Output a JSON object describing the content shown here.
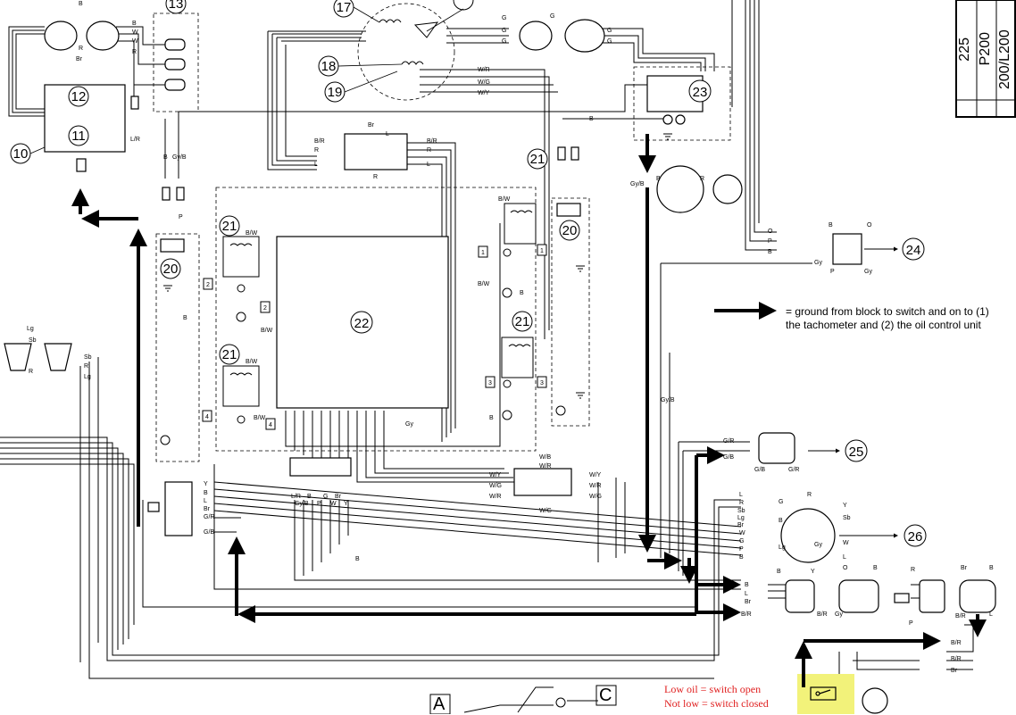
{
  "legend": {
    "text": "= ground from block to switch and on to (1) the tachometer and (2) the oil control unit"
  },
  "annotation": {
    "line1": "Low oil = switch open",
    "line2": "Not low = switch closed",
    "color": "#e02020"
  },
  "highlight_color": "#f2f27a",
  "model_table": {
    "col1": "200/L200",
    "col2": "P200",
    "col3": "225"
  },
  "bottom_labels": {
    "a": "A",
    "c": "C"
  },
  "callouts": {
    "n10": "10",
    "n11": "11",
    "n12": "12",
    "n13": "13",
    "n17": "17",
    "n18": "18",
    "n19": "19",
    "n20a": "20",
    "n20b": "20",
    "n21a": "21",
    "n21b": "21",
    "n21c": "21",
    "n21d": "21",
    "n22": "22",
    "n23": "23",
    "n24": "24",
    "n25": "25",
    "n26": "26"
  },
  "wire_labels": {
    "w_b1": "B",
    "w_w1": "W",
    "w_r1": "R",
    "w_br1": "Br",
    "w_r2": "R",
    "w_w2": "W",
    "w_b2": "B",
    "w_lr": "L/R",
    "w_b3": "B",
    "w_gyb1": "Gy/B",
    "w_p1": "P",
    "w_g1": "G",
    "w_g2": "G",
    "w_g3": "G",
    "w_g4": "G",
    "w_g5": "G",
    "w_g6": "G",
    "w_wr": "W/R",
    "w_wg": "W/G",
    "w_wy": "W/Y",
    "w_br_a": "B/R",
    "w_r_a": "R",
    "w_l_a": "L",
    "w_br_b": "Br",
    "w_l_b": "L",
    "w_r_b": "R",
    "w_br_c": "B/R",
    "w_r_c": "R",
    "w_l_c": "L",
    "w_bw1": "B/W",
    "w_bw2": "B/W",
    "w_bw3": "B/W",
    "w_bw4": "B/W",
    "w_bw5": "B/W",
    "w_bw6": "B/W",
    "w_b4": "B",
    "w_b5": "B",
    "w_b6": "B",
    "w_b7": "B",
    "w_gy1": "Gy",
    "w_gyb2": "Gy/B",
    "w_gyb3": "Gy/B",
    "w_r3": "R",
    "w_b8": "B",
    "w_o1": "O",
    "w_p2": "P",
    "w_b9": "B",
    "w_b10": "B",
    "w_o2": "O",
    "w_gy2": "Gy",
    "w_p3": "P",
    "w_gy3": "Gy",
    "w_lg": "Lg",
    "w_sb": "Sb",
    "w_r4": "R",
    "w_sb2": "Sb",
    "w_r5": "R",
    "w_lg2": "Lg",
    "w_gr1": "G/R",
    "w_gb1": "G/B",
    "w_gb2": "G/B",
    "w_gr2": "G/R",
    "w_wy2": "W/Y",
    "w_wg2": "W/G",
    "w_wr2": "W/R",
    "w_wb": "W/B",
    "w_wr3": "W/R",
    "w_wg3": "W/G",
    "w_wy3": "W/Y",
    "w_wr4": "W/R",
    "w_wg4": "W/G",
    "w_y1": "Y",
    "w_b11": "B",
    "w_l1": "L",
    "w_br2": "Br",
    "w_gr3": "G/R",
    "w_gb3": "G/B",
    "w_lr2": "L/R",
    "w_gyb4": "Gy/B",
    "w_b12": "B",
    "w_p4": "P",
    "w_g7": "G",
    "w_w3": "W",
    "w_br3": "Br",
    "w_y2": "Y",
    "w_b13": "B",
    "w_l2": "L",
    "w_r6": "R",
    "w_sb3": "Sb",
    "w_lg3": "Lg",
    "w_br4": "Br",
    "w_w4": "W",
    "w_g8": "G",
    "w_p5": "P",
    "w_b14": "B",
    "w_g9": "G",
    "w_r7": "R",
    "w_y3": "Y",
    "w_sb4": "Sb",
    "w_b15": "B",
    "w_w5": "W",
    "w_l3": "L",
    "w_gy4": "Gy",
    "w_lg4": "Lg",
    "w_b16": "B",
    "w_l4": "L",
    "w_br5": "Br",
    "w_br6": "B/R",
    "w_b17": "B",
    "w_y4": "Y",
    "w_o3": "O",
    "w_b18": "B",
    "w_br7": "B/R",
    "w_gy5": "Gy",
    "w_p6": "P",
    "w_r8": "R",
    "w_br8": "Br",
    "w_b19": "B",
    "w_br9": "B/R",
    "w_l5": "L",
    "w_br10": "B/R",
    "w_br11": "B/R",
    "w_br12": "Br"
  },
  "small_boxes": {
    "b1a": "1",
    "b1b": "1",
    "b2a": "2",
    "b2b": "2",
    "b3a": "3",
    "b3b": "3",
    "b4a": "4",
    "b4b": "4"
  }
}
